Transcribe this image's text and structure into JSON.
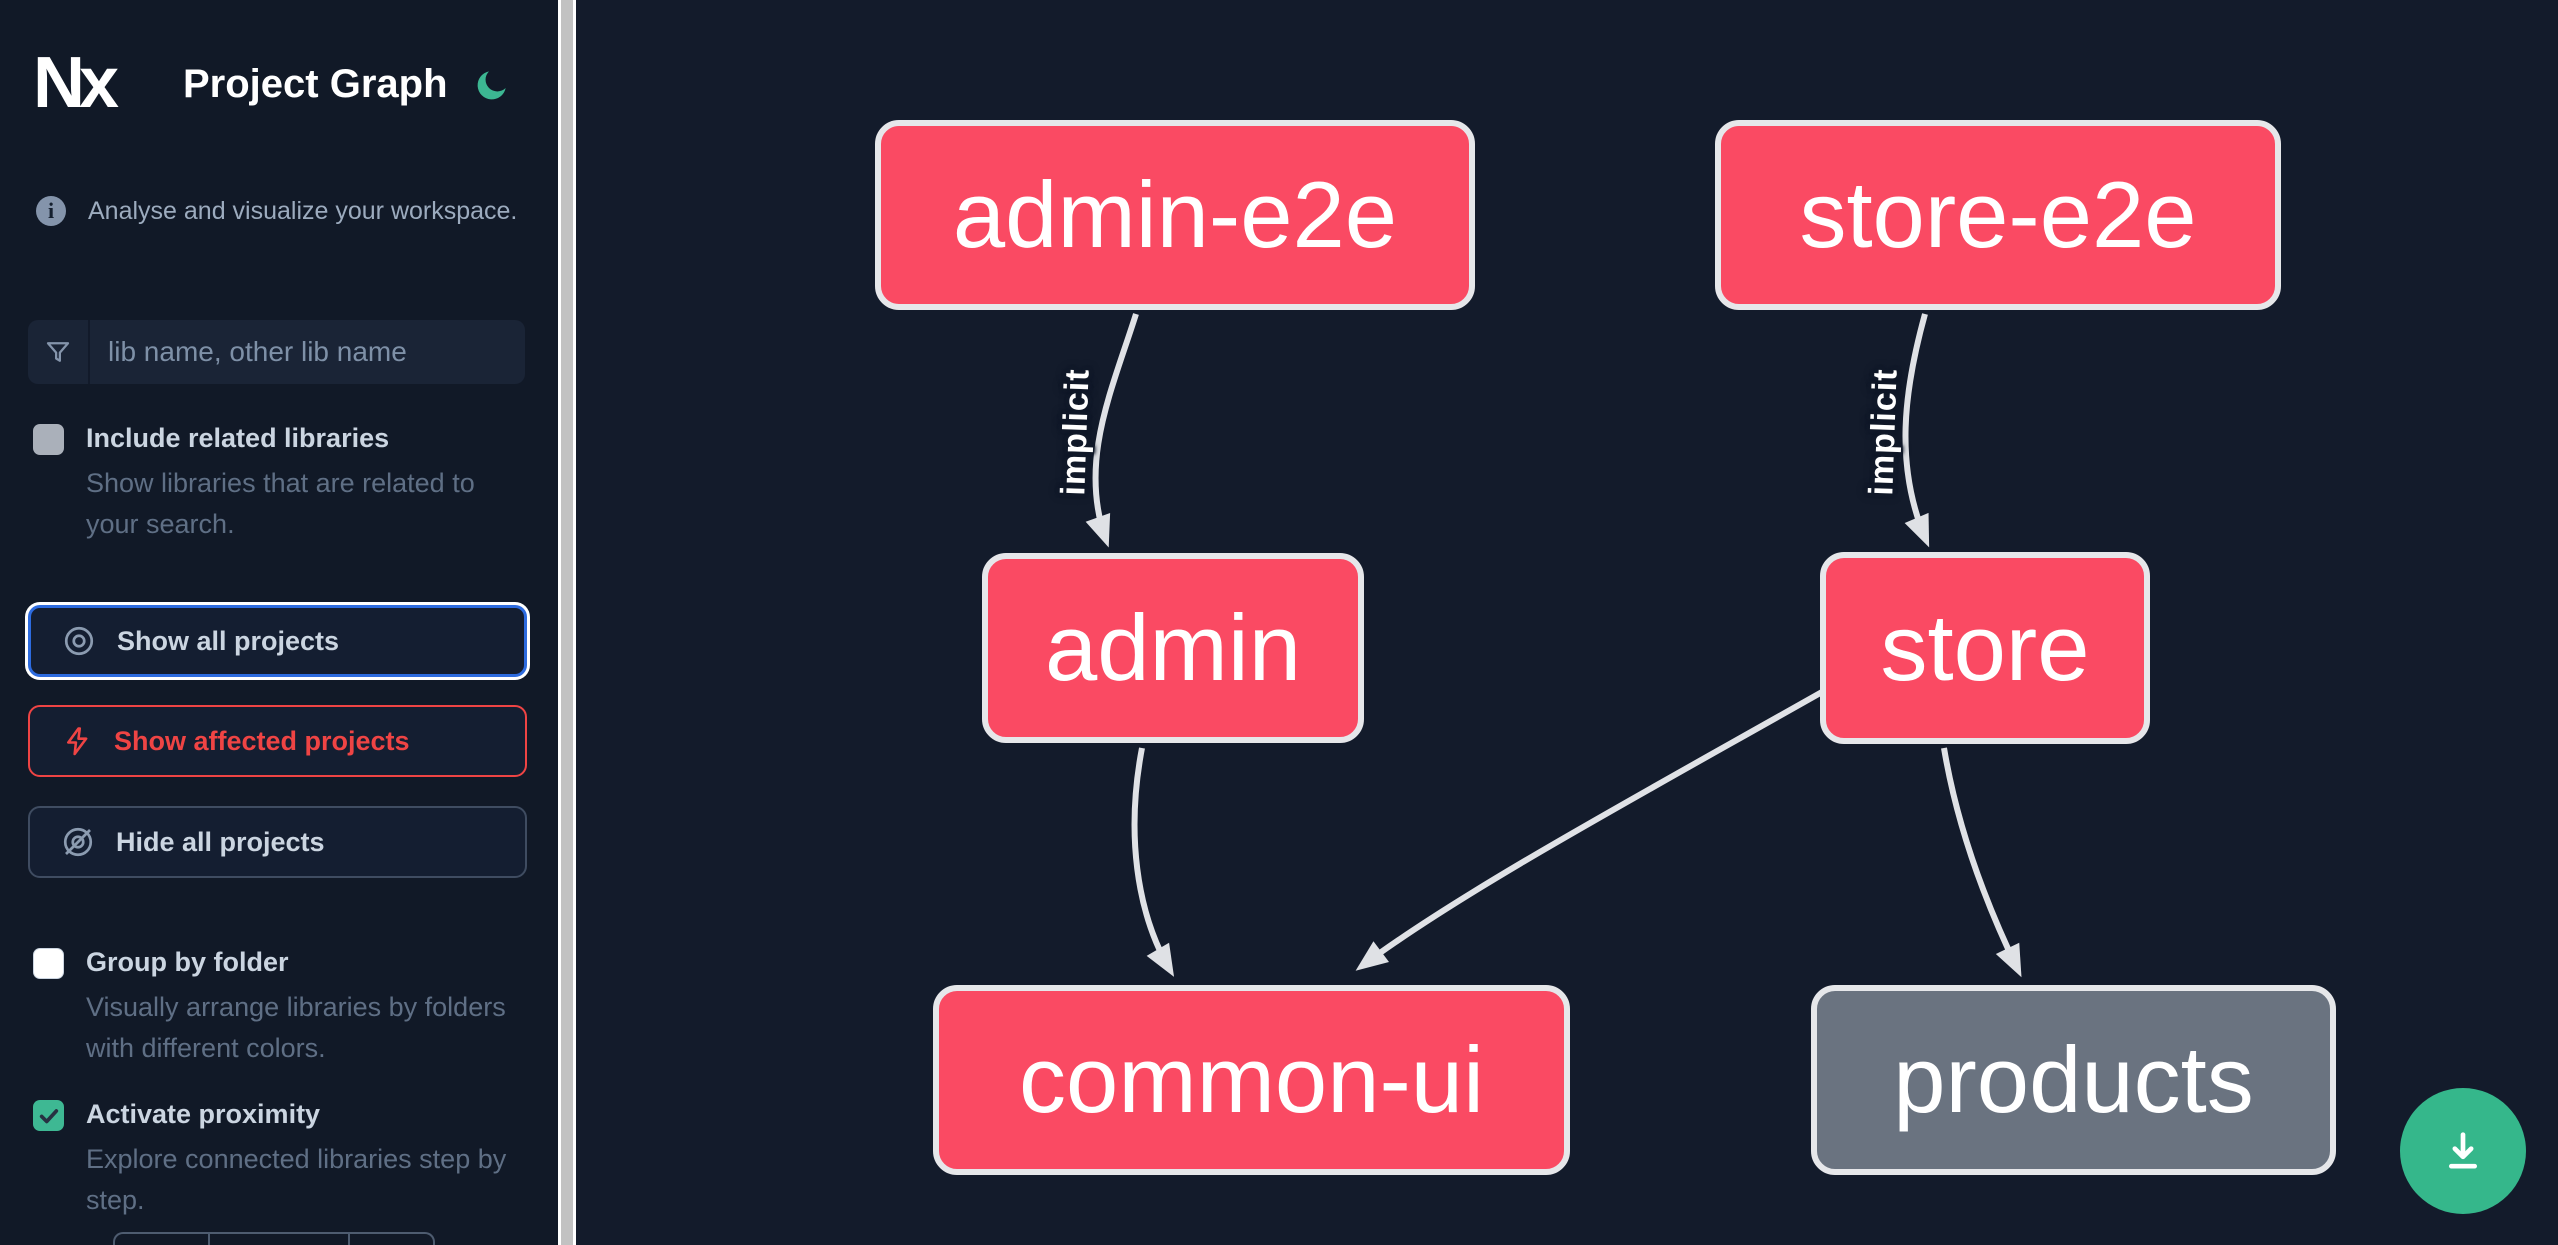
{
  "header": {
    "logo_text": "Nx",
    "title": "Project Graph",
    "theme_icon": "moon-icon"
  },
  "sidebar": {
    "tagline": "Analyse and visualize your workspace.",
    "search": {
      "placeholder": "lib name, other lib name",
      "icon": "filter-funnel-icon"
    },
    "options": [
      {
        "label": "Include related libraries",
        "description": "Show libraries that are related to your search.",
        "checked": false
      },
      {
        "label": "Group by folder",
        "description": "Visually arrange libraries by folders with different colors.",
        "checked": false
      },
      {
        "label": "Activate proximity",
        "description": "Explore connected libraries step by step.",
        "checked": true
      }
    ],
    "buttons": [
      {
        "label": "Show all projects",
        "icon": "eye-icon",
        "state": "focused"
      },
      {
        "label": "Show affected projects",
        "icon": "lightning-bolt-icon",
        "state": "affected"
      },
      {
        "label": "Hide all projects",
        "icon": "eye-off-icon",
        "state": "default"
      }
    ]
  },
  "graph": {
    "nodes": [
      {
        "label": "admin-e2e",
        "status": "affected"
      },
      {
        "label": "store-e2e",
        "status": "affected"
      },
      {
        "label": "admin",
        "status": "affected"
      },
      {
        "label": "store",
        "status": "affected"
      },
      {
        "label": "common-ui",
        "status": "affected"
      },
      {
        "label": "products",
        "status": "unaffected"
      }
    ],
    "edges": [
      {
        "from": "admin-e2e",
        "to": "admin",
        "label": "implicit"
      },
      {
        "from": "store-e2e",
        "to": "store",
        "label": "implicit"
      },
      {
        "from": "admin",
        "to": "common-ui",
        "label": ""
      },
      {
        "from": "store",
        "to": "common-ui",
        "label": ""
      },
      {
        "from": "store",
        "to": "products",
        "label": ""
      }
    ]
  },
  "fab": {
    "icon": "download-icon"
  },
  "colors": {
    "affected_node": "#fa4a63",
    "plain_node": "#6a7380",
    "accent_green": "#35b78b",
    "focus_blue": "#2d6bdf",
    "affected_red": "#ef4444",
    "edge": "#e0e2e6",
    "background": "#131b2b"
  }
}
